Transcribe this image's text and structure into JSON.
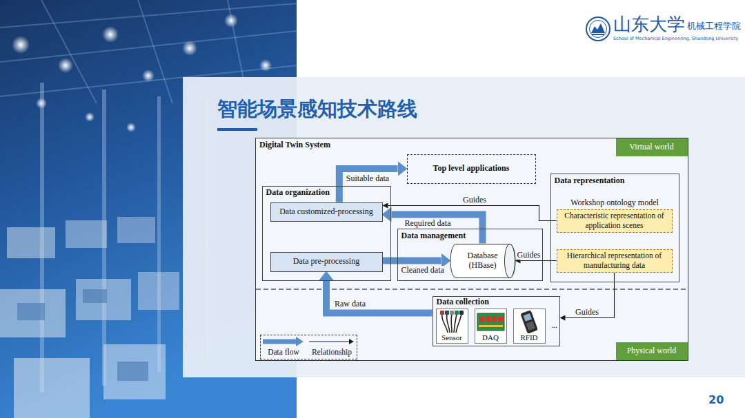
{
  "diagram": {
    "title": "智能场景感知技术路线",
    "nodes": [
      {
        "text": [
          "Digital Twin System"
        ]
      },
      {
        "text": [
          "Virtual world"
        ],
        "in": 0
      },
      {
        "text": [
          "Top level applications"
        ],
        "in": 0
      },
      {
        "text": [
          "Data organization"
        ],
        "in": 0
      },
      {
        "text": [
          "Data customized-processing"
        ],
        "in": 3
      },
      {
        "text": [
          "Data pre-processing"
        ],
        "in": 3
      },
      {
        "text": [
          "Data management"
        ],
        "in": 0
      },
      {
        "text": [
          "Database (HBase)"
        ],
        "in": 6
      },
      {
        "text": [
          "Data representation",
          "Workshop ontology model"
        ],
        "in": 0
      },
      {
        "text": [
          "Characteristic representation of application scenes"
        ],
        "in": 8
      },
      {
        "text": [
          "Hierarchical representation of manufacturing data"
        ],
        "in": 8
      },
      {
        "text": [
          "Data collection"
        ],
        "in": 0
      },
      {
        "text": [
          "Sensor"
        ],
        "in": 11
      },
      {
        "text": [
          "DAQ"
        ],
        "in": 11
      },
      {
        "text": [
          "RFID"
        ],
        "in": 11
      },
      {
        "text": [
          "Physical world"
        ],
        "in": 0
      }
    ],
    "edges": [
      {
        "from": 4,
        "to": 2,
        "arrow": "to",
        "label": "Suitable data"
      },
      {
        "from": 7,
        "to": 4,
        "arrow": "to",
        "label": "Required data"
      },
      {
        "from": 5,
        "to": 7,
        "arrow": "to",
        "label": "Cleaned data"
      },
      {
        "from": 11,
        "to": 5,
        "arrow": "to",
        "label": "Raw data"
      },
      {
        "from": 9,
        "to": 4,
        "arrow": "to",
        "label": "Guides"
      },
      {
        "from": 10,
        "to": 7,
        "arrow": "to",
        "label": "Guides"
      },
      {
        "from": 10,
        "to": 11,
        "arrow": "to",
        "label": "Guides"
      }
    ],
    "labels": [
      "山东大学",
      "机械工程学院",
      "School of Mechanical Engineering, Shandong University",
      "...",
      "20"
    ],
    "legend": [
      {
        "text": "Data flow"
      },
      {
        "text": "Relationship"
      }
    ]
  }
}
